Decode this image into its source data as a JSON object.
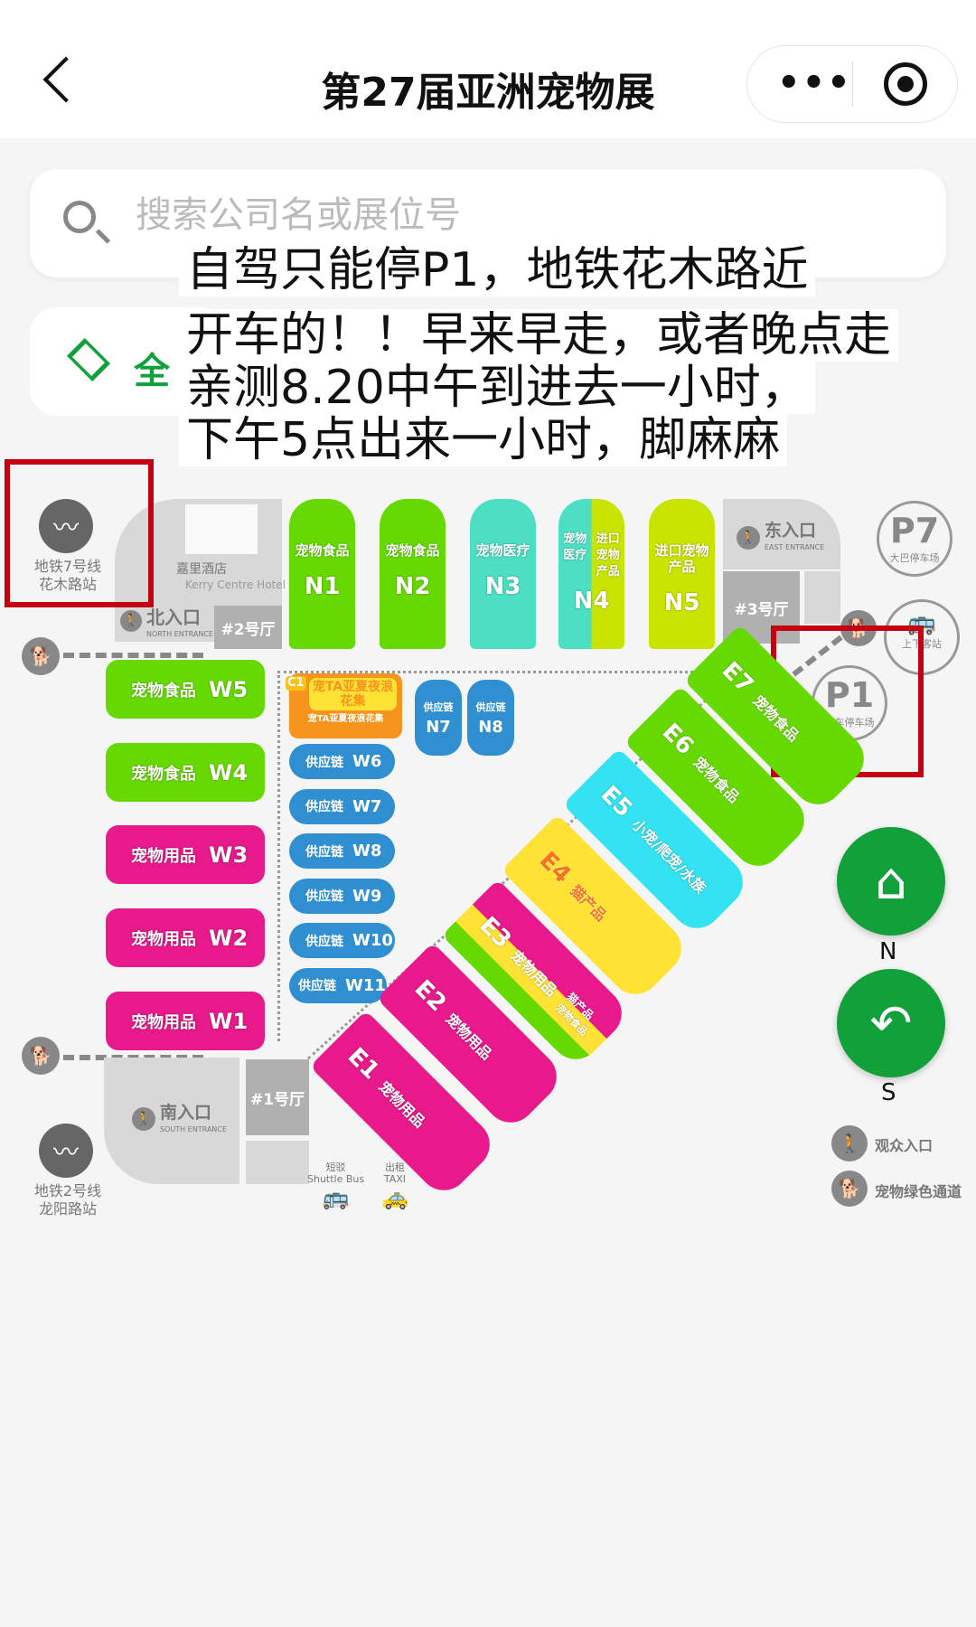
{
  "header": {
    "title": "第27届亚洲宠物展",
    "back_icon": "chevron-left-icon",
    "more_icon": "more-dots-icon",
    "target_icon": "target-icon"
  },
  "search": {
    "placeholder": "搜索公司名或展位号",
    "icon": "search-icon"
  },
  "layer": {
    "label": "全",
    "icon": "layers-icon",
    "color": "#11a039"
  },
  "overlay_note": [
    "自驾只能停P1，地铁花木路近",
    "开车的！！早来早走，或者晚点走",
    "亲测8.20中午到进去一小时，",
    "下午5点出来一小时，脚麻麻"
  ],
  "map": {
    "metro7": {
      "line": "地铁7号线",
      "station": "花木路站"
    },
    "metro2": {
      "line": "地铁2号线",
      "station": "龙阳路站"
    },
    "hotel": {
      "name": "嘉里酒店",
      "name_en": "Kerry Centre Hotel"
    },
    "north_entrance": {
      "name": "北入口",
      "en": "NORTH ENTRANCE"
    },
    "east_entrance": {
      "name": "东入口",
      "en": "EAST ENTRANCE"
    },
    "south_entrance": {
      "name": "南入口",
      "en": "SOUTH ENTRANCE"
    },
    "hall2": "#2号厅",
    "hall3": "#3号厅",
    "hall1": "#1号厅",
    "north_halls": [
      {
        "code": "N1",
        "label": "宠物食品",
        "color": "#66d900"
      },
      {
        "code": "N2",
        "label": "宠物食品",
        "color": "#66d900"
      },
      {
        "code": "N3",
        "label": "宠物医疗",
        "color": "#4ddfc3"
      },
      {
        "code": "N4",
        "label": "宠物医疗",
        "label2": "进口宠物产品",
        "color": "#4ddfc3",
        "color2": "#c9e400"
      },
      {
        "code": "N5",
        "label": "进口宠物产品",
        "color": "#c9e400"
      }
    ],
    "west_halls": [
      {
        "code": "W5",
        "label": "宠物食品",
        "color": "#66d900"
      },
      {
        "code": "W4",
        "label": "宠物食品",
        "color": "#66d900"
      },
      {
        "code": "W3",
        "label": "宠物用品",
        "color": "#e8198b"
      },
      {
        "code": "W2",
        "label": "宠物用品",
        "color": "#e8198b"
      },
      {
        "code": "W1",
        "label": "宠物用品",
        "color": "#e8198b"
      }
    ],
    "c1": {
      "code": "C1",
      "title": "宠TA亚夏夜浪花集",
      "subtitle": "宠TA亚夏夜浪花集"
    },
    "supply_n": [
      {
        "code": "N7",
        "label": "供应链"
      },
      {
        "code": "N8",
        "label": "供应链"
      }
    ],
    "supply_w": [
      {
        "code": "W6",
        "label": "供应链"
      },
      {
        "code": "W7",
        "label": "供应链"
      },
      {
        "code": "W8",
        "label": "供应链"
      },
      {
        "code": "W9",
        "label": "供应链"
      },
      {
        "code": "W10",
        "label": "供应链"
      },
      {
        "code": "W11",
        "label": "供应链"
      }
    ],
    "east_halls": [
      {
        "code": "E1",
        "label": "宠物用品",
        "color": "#e8198b"
      },
      {
        "code": "E2",
        "label": "宠物用品",
        "color": "#e8198b"
      },
      {
        "code": "E3",
        "label": "宠物用品",
        "label2": "猫产品",
        "label3": "宠物食品",
        "color": "#e8198b"
      },
      {
        "code": "E4",
        "label": "猫产品",
        "color": "#ffe234"
      },
      {
        "code": "E5",
        "label": "小宠/爬宠/水族",
        "color": "#33e3f2"
      },
      {
        "code": "E6",
        "label": "宠物食品",
        "color": "#66d900"
      },
      {
        "code": "E7",
        "label": "宠物食品",
        "color": "#66d900"
      }
    ],
    "p7": {
      "code": "P7",
      "label": "大巴停车场"
    },
    "p1": {
      "code": "P1",
      "label": "小车停车场"
    },
    "bus_stop": {
      "label": "上下客站"
    },
    "shuttle": {
      "cn": "短驳",
      "en": "Shuttle Bus"
    },
    "taxi": {
      "cn": "出租",
      "en": "TAXI"
    },
    "highlight_color": "#c40012"
  },
  "controls": {
    "home_icon": "home-icon",
    "back_icon": "u-turn-back-icon",
    "north": "N",
    "south": "S",
    "color": "#11a039"
  },
  "legend": [
    {
      "icon": "pedestrian-icon",
      "label": "观众入口"
    },
    {
      "icon": "pet-walker-icon",
      "label": "宠物绿色通道"
    }
  ]
}
